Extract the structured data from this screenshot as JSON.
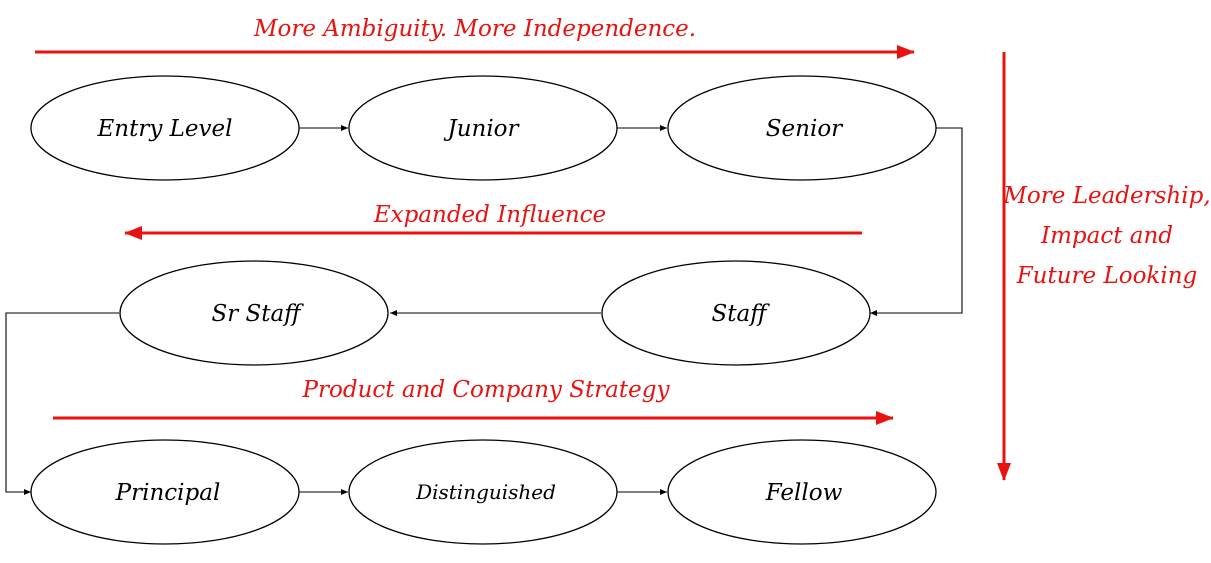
{
  "colors": {
    "accent": "#e8120f",
    "ink": "#000000",
    "background": "#ffffff"
  },
  "nodes": {
    "entry_level": "Entry Level",
    "junior": "Junior",
    "senior": "Senior",
    "staff": "Staff",
    "sr_staff": "Sr Staff",
    "principal": "Principal",
    "distinguished": "Distinguished",
    "fellow": "Fellow"
  },
  "annotations": {
    "top": "More Ambiguity. More Independence.",
    "middle": "Expanded Influence",
    "bottom": "Product and Company Strategy",
    "side": [
      "More Leadership,",
      "Impact and",
      "Future Looking"
    ]
  }
}
